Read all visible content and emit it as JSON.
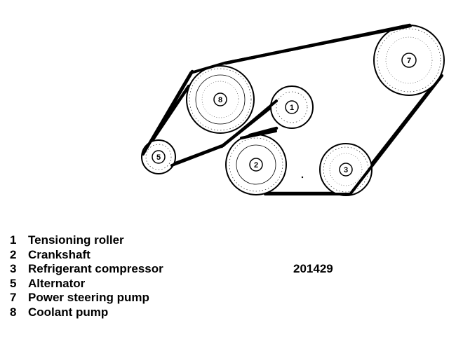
{
  "pulleys": [
    {
      "number": "1",
      "name": "Tensioning roller"
    },
    {
      "number": "2",
      "name": "Crankshaft"
    },
    {
      "number": "3",
      "name": "Refrigerant compressor"
    },
    {
      "number": "5",
      "name": "Alternator"
    },
    {
      "number": "7",
      "name": "Power steering pump"
    },
    {
      "number": "8",
      "name": "Coolant pump"
    }
  ],
  "legend": [
    {
      "number": "1",
      "label": "Tensioning roller"
    },
    {
      "number": "2",
      "label": "Crankshaft"
    },
    {
      "number": "3",
      "label": "Refrigerant compressor"
    },
    {
      "number": "5",
      "label": "Alternator"
    },
    {
      "number": "7",
      "label": "Power steering pump"
    },
    {
      "number": "8",
      "label": "Coolant pump"
    }
  ],
  "figure_id": "201429"
}
